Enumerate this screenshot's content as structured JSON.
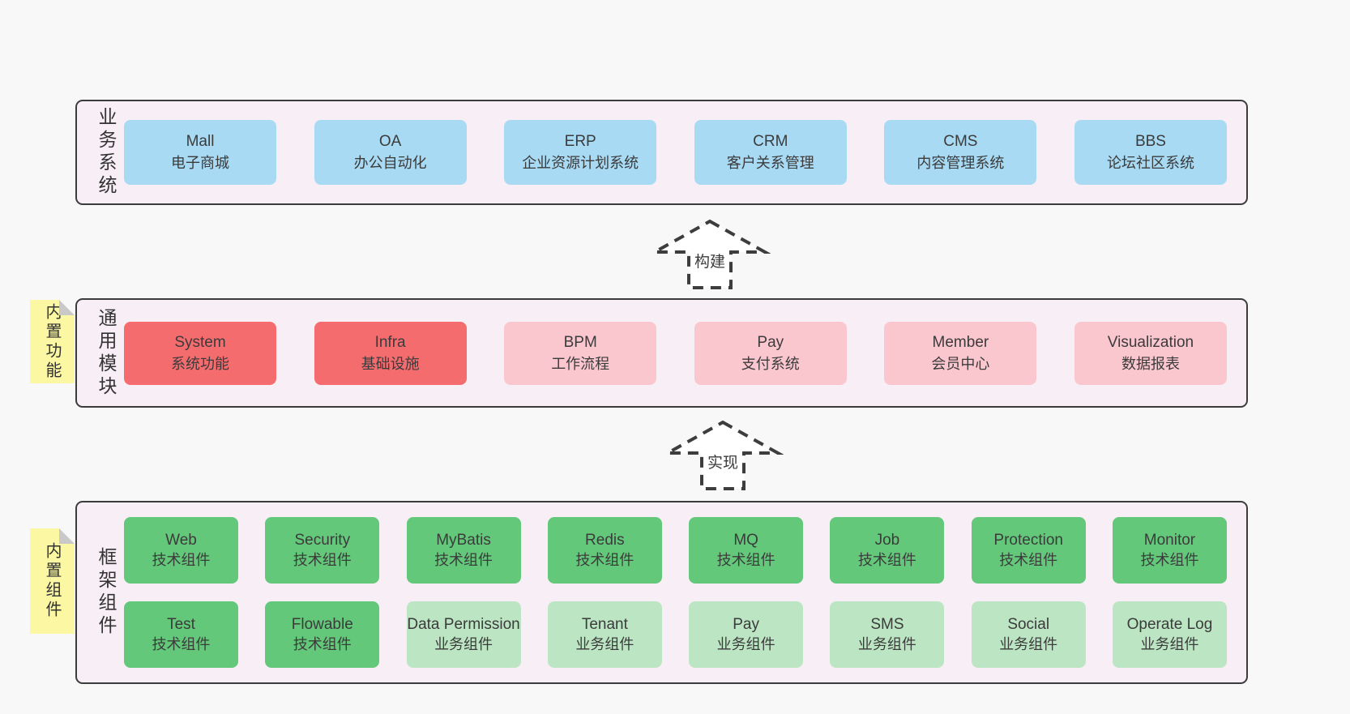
{
  "page": {
    "background": "#f8f8f8",
    "band_background": "#f8eef5",
    "band_border": "#3c3c3c"
  },
  "colors": {
    "blue": "#a8daf4",
    "red": "#f56c6f",
    "pink": "#fbc7cf",
    "green": "#63c87a",
    "lightgreen": "#bce6c3",
    "sticky_yellow": "#fbf7a2",
    "text": "#3b3b3b"
  },
  "arrows": [
    {
      "label": "构建"
    },
    {
      "label": "实现"
    }
  ],
  "bands": [
    {
      "label": "业务系统",
      "rows": [
        [
          {
            "title": "Mall",
            "subtitle": "电子商城",
            "type": "blue"
          },
          {
            "title": "OA",
            "subtitle": "办公自动化",
            "type": "blue"
          },
          {
            "title": "ERP",
            "subtitle": "企业资源计划系统",
            "type": "blue"
          },
          {
            "title": "CRM",
            "subtitle": "客户关系管理",
            "type": "blue"
          },
          {
            "title": "CMS",
            "subtitle": "内容管理系统",
            "type": "blue"
          },
          {
            "title": "BBS",
            "subtitle": "论坛社区系统",
            "type": "blue"
          }
        ]
      ]
    },
    {
      "label": "通用模块",
      "sticky": "内置功能",
      "rows": [
        [
          {
            "title": "System",
            "subtitle": "系统功能",
            "type": "red"
          },
          {
            "title": "Infra",
            "subtitle": "基础设施",
            "type": "red"
          },
          {
            "title": "BPM",
            "subtitle": "工作流程",
            "type": "pink"
          },
          {
            "title": "Pay",
            "subtitle": "支付系统",
            "type": "pink"
          },
          {
            "title": "Member",
            "subtitle": "会员中心",
            "type": "pink"
          },
          {
            "title": "Visualization",
            "subtitle": "数据报表",
            "type": "pink"
          }
        ]
      ]
    },
    {
      "label": "框架组件",
      "sticky": "内置组件",
      "rows": [
        [
          {
            "title": "Web",
            "subtitle": "技术组件",
            "type": "green"
          },
          {
            "title": "Security",
            "subtitle": "技术组件",
            "type": "green"
          },
          {
            "title": "MyBatis",
            "subtitle": "技术组件",
            "type": "green"
          },
          {
            "title": "Redis",
            "subtitle": "技术组件",
            "type": "green"
          },
          {
            "title": "MQ",
            "subtitle": "技术组件",
            "type": "green"
          },
          {
            "title": "Job",
            "subtitle": "技术组件",
            "type": "green"
          },
          {
            "title": "Protection",
            "subtitle": "技术组件",
            "type": "green"
          },
          {
            "title": "Monitor",
            "subtitle": "技术组件",
            "type": "green"
          }
        ],
        [
          {
            "title": "Test",
            "subtitle": "技术组件",
            "type": "green"
          },
          {
            "title": "Flowable",
            "subtitle": "技术组件",
            "type": "green"
          },
          {
            "title": "Data Permission",
            "subtitle": "业务组件",
            "type": "lightgreen"
          },
          {
            "title": "Tenant",
            "subtitle": "业务组件",
            "type": "lightgreen"
          },
          {
            "title": "Pay",
            "subtitle": "业务组件",
            "type": "lightgreen"
          },
          {
            "title": "SMS",
            "subtitle": "业务组件",
            "type": "lightgreen"
          },
          {
            "title": "Social",
            "subtitle": "业务组件",
            "type": "lightgreen"
          },
          {
            "title": "Operate Log",
            "subtitle": "业务组件",
            "type": "lightgreen"
          }
        ]
      ]
    }
  ]
}
